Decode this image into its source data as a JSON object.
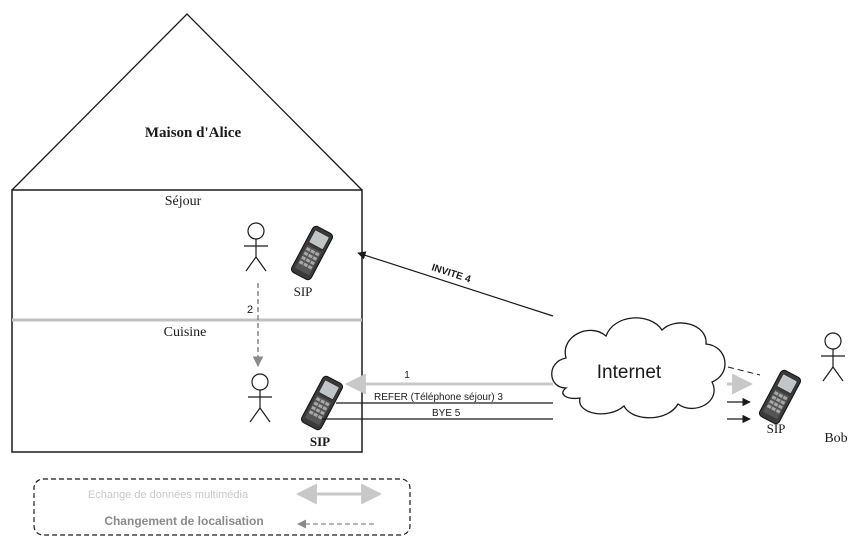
{
  "house": {
    "title": "Maison d'Alice"
  },
  "rooms": {
    "sejour": "Séjour",
    "cuisine": "Cuisine"
  },
  "devices": {
    "sejour_phone_label": "SIP",
    "cuisine_phone_label": "SIP",
    "bob_phone_label": "SIP"
  },
  "people": {
    "bob": "Bob"
  },
  "cloud": {
    "label": "Internet"
  },
  "messages": {
    "invite": "INVITE 4",
    "step2": "2",
    "step1": "1",
    "refer": "REFER (Téléphone séjour) 3",
    "bye": "BYE 5"
  },
  "legend": {
    "multimedia": "Echange de données multimédia",
    "relocation": "Changement de localisation"
  },
  "colors": {
    "line": "#1a1a1a",
    "media_gray": "#c8c8c8",
    "relocation_gray": "#8a8a8a",
    "room_divider": "#c0c0c0",
    "phone_dark": "#333333"
  },
  "icons": [
    "stick-person-icon",
    "ip-phone-icon",
    "cloud-icon"
  ]
}
